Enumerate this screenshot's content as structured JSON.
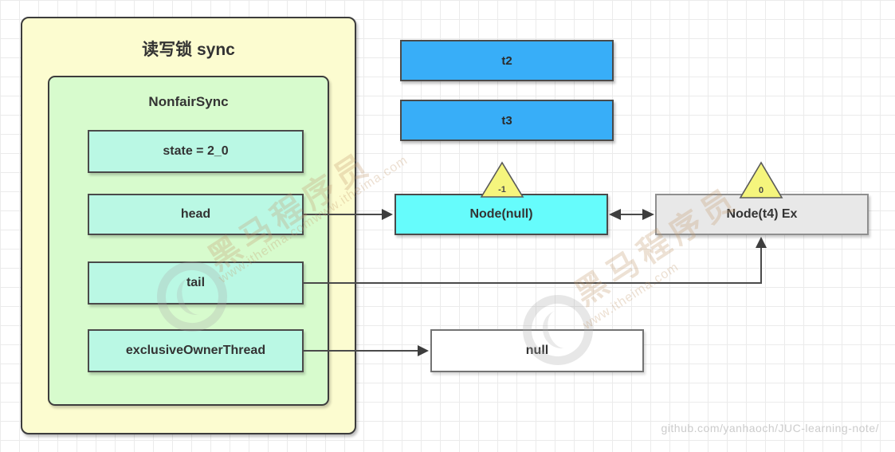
{
  "title": "读写锁 sync",
  "sync_class": "NonfairSync",
  "fields": [
    {
      "name": "state",
      "label": "state = 2_0"
    },
    {
      "name": "head",
      "label": "head"
    },
    {
      "name": "tail",
      "label": "tail"
    },
    {
      "name": "exclusiveOwnerThread",
      "label": "exclusiveOwnerThread"
    }
  ],
  "threads": [
    {
      "label": "t2"
    },
    {
      "label": "t3"
    }
  ],
  "queue_nodes": [
    {
      "label": "Node(null)",
      "wait_status": "-1"
    },
    {
      "label": "Node(t4) Ex",
      "wait_status": "0"
    }
  ],
  "null_box": {
    "label": "null"
  },
  "watermarks": {
    "brand": "黑马程序员",
    "site": "www.itheima.com",
    "credit": "github.com/yanhaoch/JUC-learning-note/"
  },
  "colors": {
    "container_yellow": "#FCFCD0",
    "container_green": "#D7FBCD",
    "field_cyan": "#BAF8E4",
    "thread_blue": "#38AEF8",
    "node_cyan": "#66FCFC",
    "node_gray": "#E8E8E8",
    "triangle_yellow": "#F5F57D",
    "edge_dark": "#4a4a4a"
  }
}
